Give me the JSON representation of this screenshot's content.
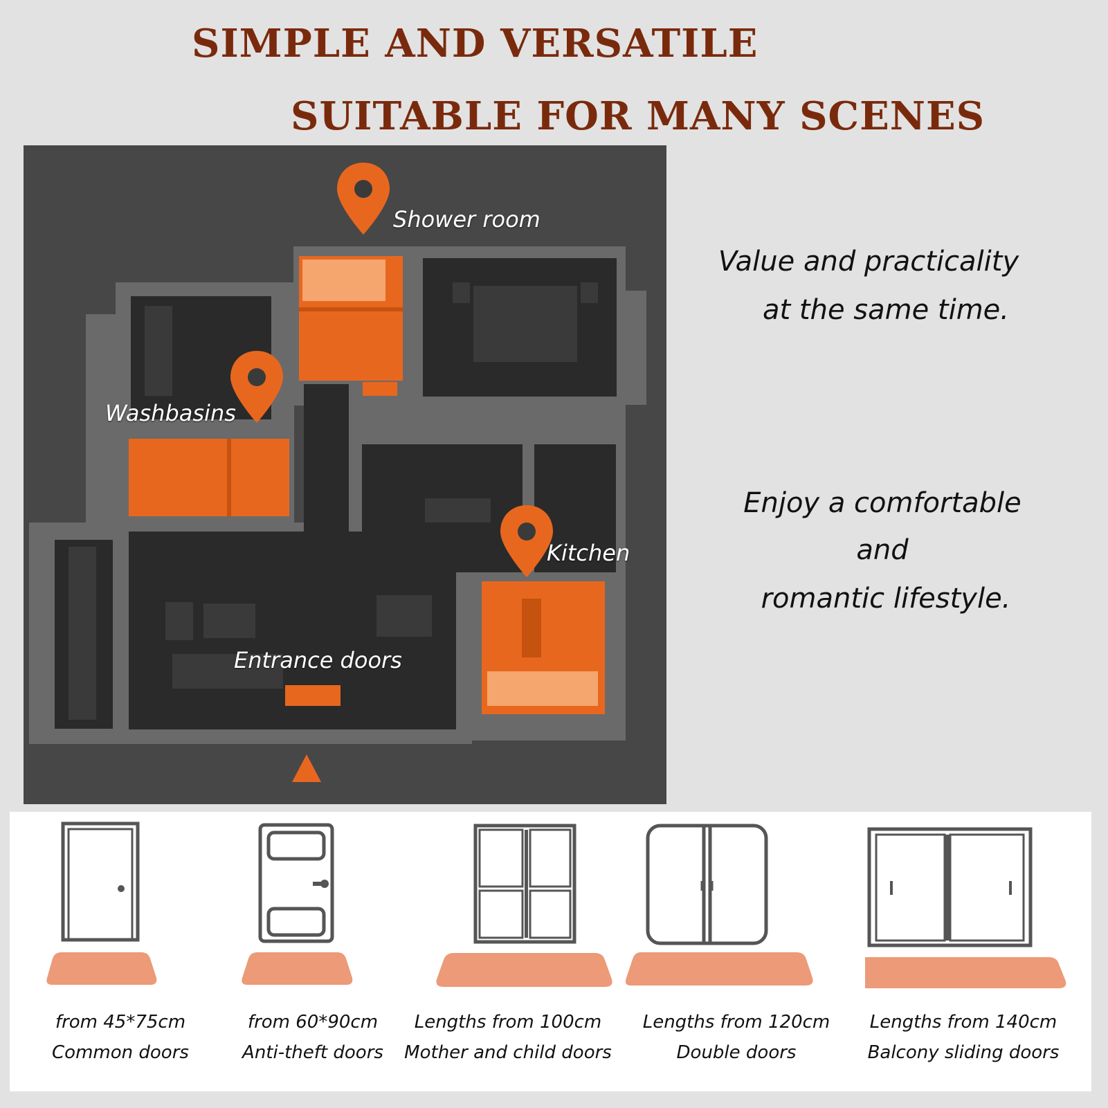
{
  "header": {
    "title_line1": "SIMPLE AND VERSATILE",
    "title_line2": "SUITABLE FOR MANY SCENES"
  },
  "floorplan": {
    "labels": {
      "shower_room": "Shower room",
      "washbasins": "Washbasins",
      "kitchen": "Kitchen",
      "entrance_doors": "Entrance doors"
    }
  },
  "slogans": {
    "value_line1": "Value and practicality",
    "value_line2": "at the same time.",
    "enjoy_line1": "Enjoy a comfortable",
    "enjoy_line2": "and",
    "enjoy_line3": "romantic lifestyle."
  },
  "doors": [
    {
      "size": "from 45*75cm",
      "name": "Common doors"
    },
    {
      "size": "from 60*90cm",
      "name": "Anti-theft doors"
    },
    {
      "size": "Lengths from 100cm",
      "name": "Mother and child doors"
    },
    {
      "size": "Lengths from 120cm",
      "name": "Double doors"
    },
    {
      "size": "Lengths from 140cm",
      "name": "Balcony sliding doors"
    }
  ],
  "colors": {
    "title": "#7a2a0c",
    "accent_orange": "#e8671f",
    "mat_salmon": "#ec9a77",
    "plan_background": "#474747"
  }
}
